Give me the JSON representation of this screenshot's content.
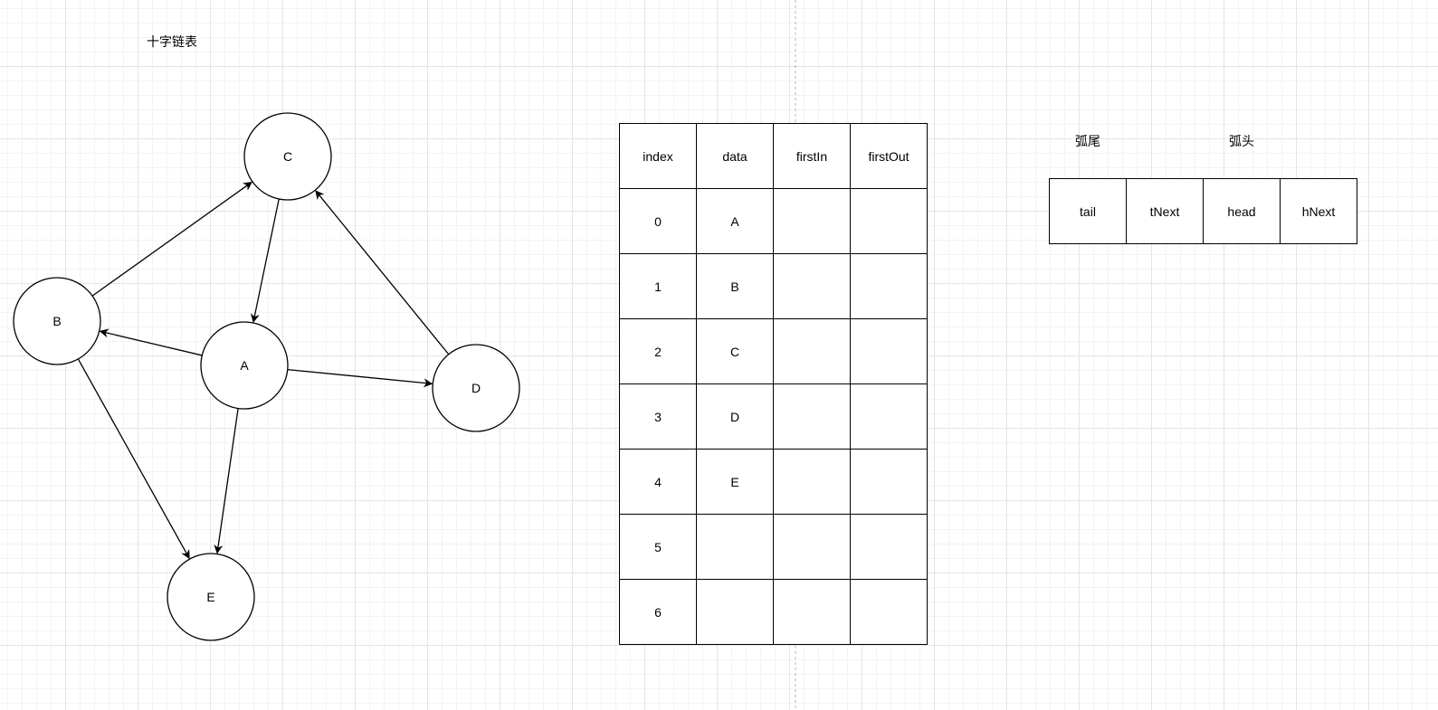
{
  "title": "十字链表",
  "graph": {
    "nodes": [
      {
        "id": "C",
        "label": "C"
      },
      {
        "id": "B",
        "label": "B"
      },
      {
        "id": "A",
        "label": "A"
      },
      {
        "id": "D",
        "label": "D"
      },
      {
        "id": "E",
        "label": "E"
      }
    ],
    "edges": [
      {
        "from": "B",
        "to": "C"
      },
      {
        "from": "C",
        "to": "A"
      },
      {
        "from": "D",
        "to": "C"
      },
      {
        "from": "A",
        "to": "B"
      },
      {
        "from": "A",
        "to": "D"
      },
      {
        "from": "A",
        "to": "E"
      },
      {
        "from": "B",
        "to": "E"
      }
    ]
  },
  "vertex_table": {
    "headers": [
      "index",
      "data",
      "firstIn",
      "firstOut"
    ],
    "rows": [
      [
        "0",
        "A",
        "",
        ""
      ],
      [
        "1",
        "B",
        "",
        ""
      ],
      [
        "2",
        "C",
        "",
        ""
      ],
      [
        "3",
        "D",
        "",
        ""
      ],
      [
        "4",
        "E",
        "",
        ""
      ],
      [
        "5",
        "",
        "",
        ""
      ],
      [
        "6",
        "",
        "",
        ""
      ]
    ]
  },
  "arc_node": {
    "tail_label": "弧尾",
    "head_label": "弧头",
    "fields": [
      "tail",
      "tNext",
      "head",
      "hNext"
    ]
  }
}
